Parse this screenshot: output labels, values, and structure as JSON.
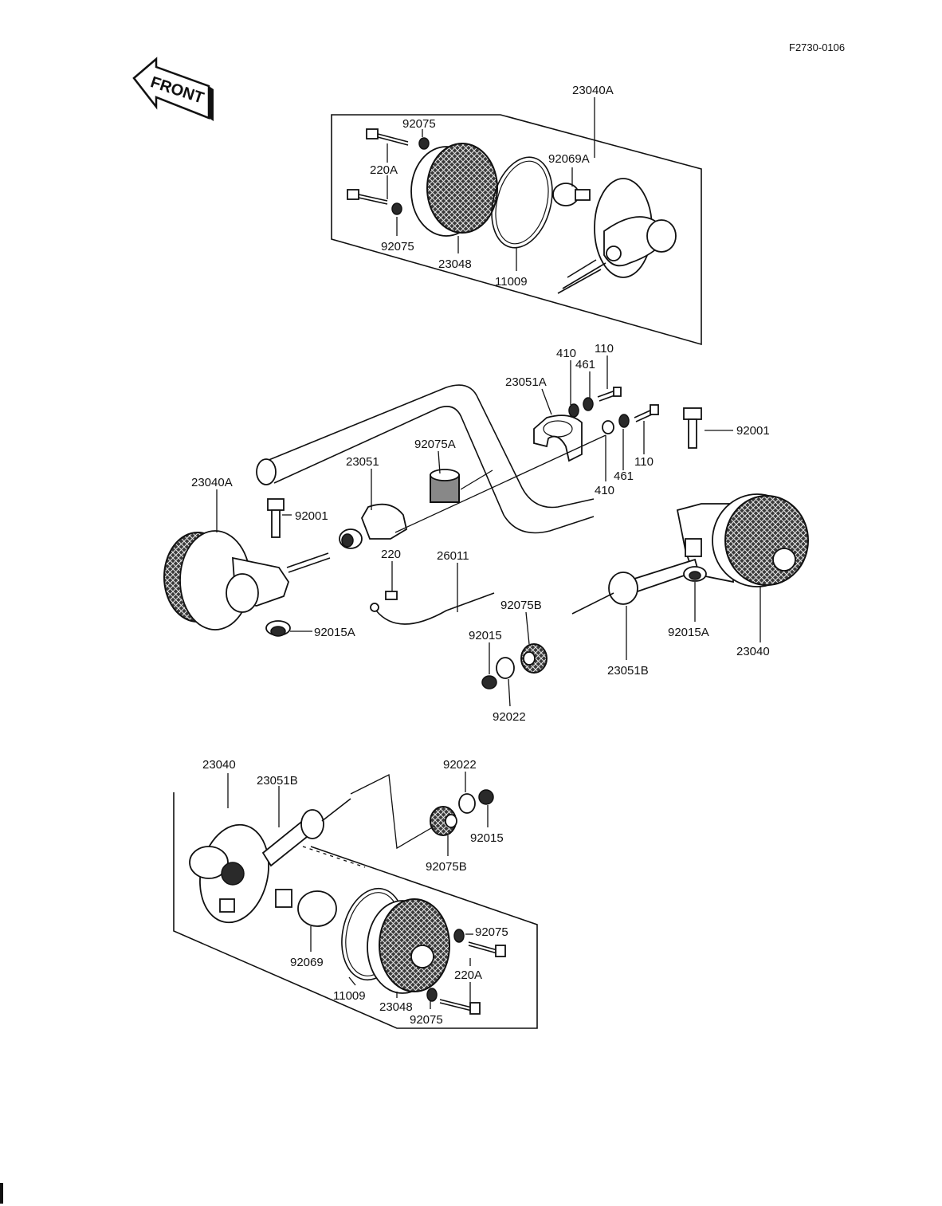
{
  "drawing_id": "F2730-0106",
  "front_arrow_label": "FRONT",
  "labels": {
    "l_23040A_top": "23040A",
    "l_92075_a": "92075",
    "l_220A_a": "220A",
    "l_92075_b": "92075",
    "l_23048_a": "23048",
    "l_11009_a": "11009",
    "l_92069A": "92069A",
    "l_410_a": "410",
    "l_461_a": "461",
    "l_110_a": "110",
    "l_23051A": "23051A",
    "l_92001_right": "92001",
    "l_110_b": "110",
    "l_461_b": "461",
    "l_410_b": "410",
    "l_92075A": "92075A",
    "l_23051": "23051",
    "l_23040A_left": "23040A",
    "l_92001_left": "92001",
    "l_220": "220",
    "l_26011": "26011",
    "l_92015A_left": "92015A",
    "l_92075B_mid": "92075B",
    "l_92015_mid": "92015",
    "l_92022_mid": "92022",
    "l_23051B_mid": "23051B",
    "l_92015A_right": "92015A",
    "l_23040_right": "23040",
    "l_23040_bottom": "23040",
    "l_23051B_bottom": "23051B",
    "l_92022_bottom": "92022",
    "l_92015_bottom": "92015",
    "l_92075B_bottom": "92075B",
    "l_92069": "92069",
    "l_92075_c": "92075",
    "l_220A_b": "220A",
    "l_11009_b": "11009",
    "l_23048_b": "23048",
    "l_92075_d": "92075"
  }
}
